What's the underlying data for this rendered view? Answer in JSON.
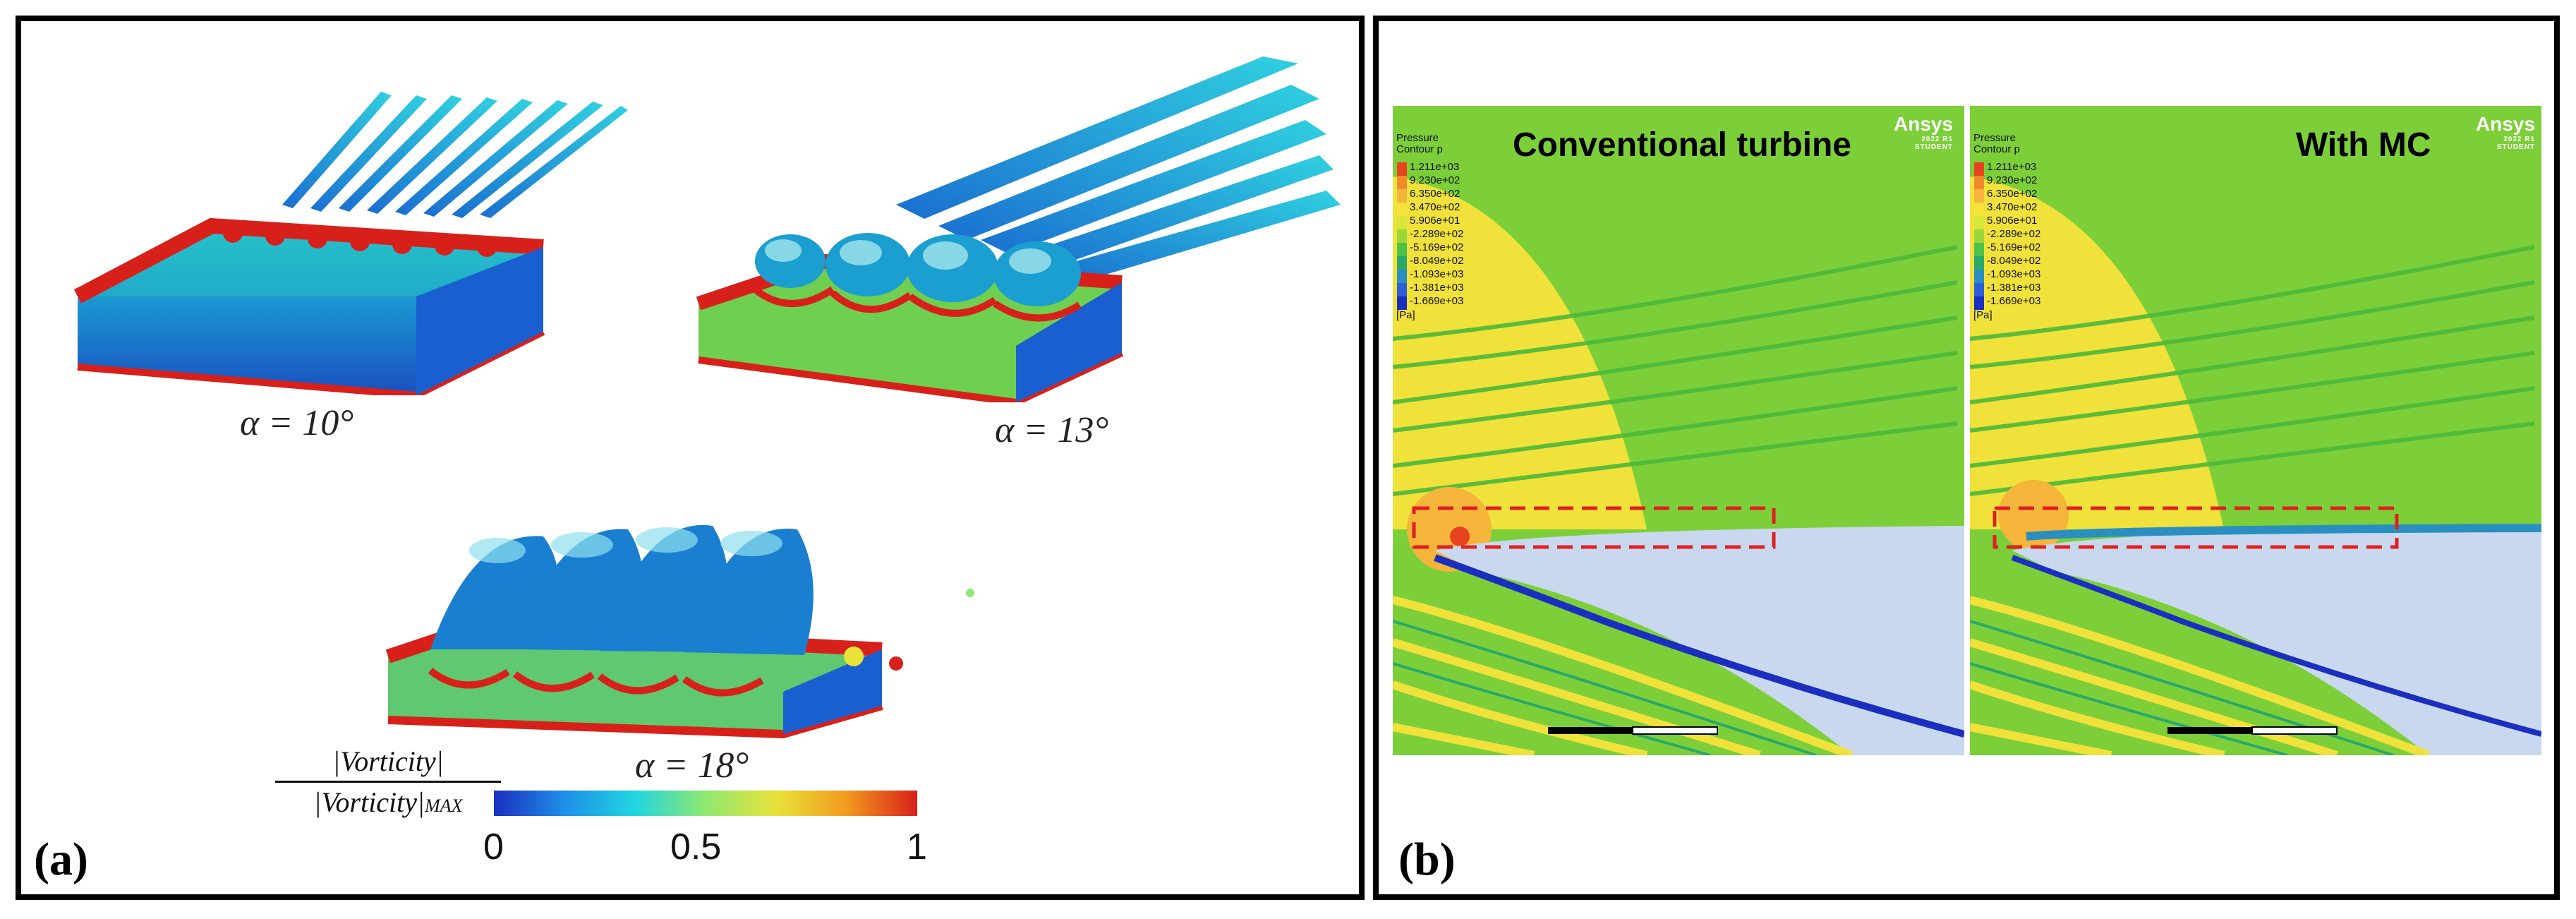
{
  "panel_a": {
    "tag": "(a)",
    "alpha_labels": [
      "α = 10°",
      "α = 13°",
      "α = 18°"
    ],
    "colorbar": {
      "label_numerator": "|Vorticity|",
      "label_denominator": "|Vorticity|",
      "label_subscript": "MAX",
      "ticks": [
        "0",
        "0.5",
        "1"
      ],
      "colors": [
        "#1a2fbf",
        "#1f8fe8",
        "#20d6e0",
        "#8fe870",
        "#e8e23a",
        "#f29a1f",
        "#d8201a"
      ]
    }
  },
  "panel_b": {
    "tag": "(b)",
    "plots": [
      {
        "title": "Conventional turbine"
      },
      {
        "title": "With MC"
      }
    ],
    "ansys_logo": "Ansys",
    "ansys_version": "2022 R1",
    "ansys_edition": "STUDENT",
    "legend": {
      "title_line1": "Pressure",
      "title_line2": "Contour p",
      "values": [
        "1.211e+03",
        "9.230e+02",
        "6.350e+02",
        "3.470e+02",
        "5.906e+01",
        "-2.289e+02",
        "-5.169e+02",
        "-8.049e+02",
        "-1.093e+03",
        "-1.381e+03",
        "-1.669e+03"
      ],
      "unit": "[Pa]",
      "colors": [
        "#e8431f",
        "#f08a2a",
        "#f5b43a",
        "#f5e23a",
        "#d7e83a",
        "#9ad83a",
        "#4cc24a",
        "#2aa86a",
        "#2a8fc0",
        "#2a5fd8",
        "#1a2fbf"
      ]
    },
    "colors": {
      "field_green": "#7dcf3a",
      "field_yellow": "#f0e23a",
      "wall_blue": "#c9d8ef",
      "dashed_red": "#e02020"
    }
  }
}
